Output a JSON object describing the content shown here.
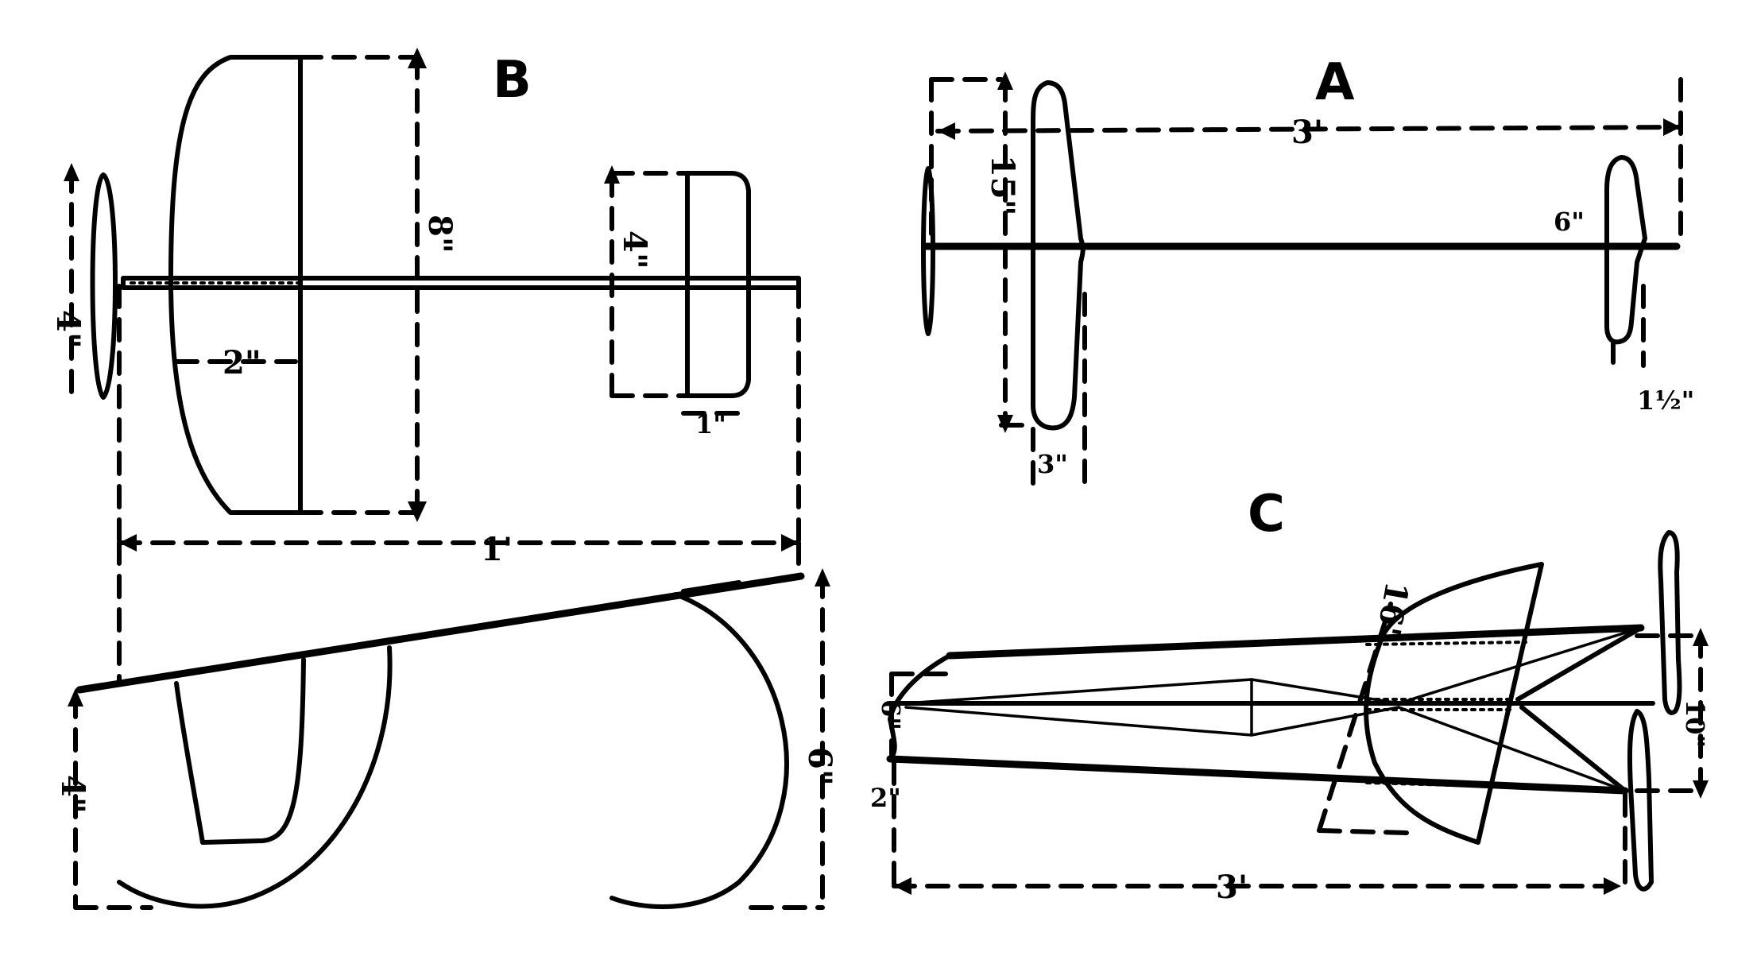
{
  "figure_labels": {
    "a": "A",
    "b": "B",
    "c": "C"
  },
  "view_b": {
    "tip_height": "4\"",
    "wing_span": "8\"",
    "wing_chord": "2\"",
    "tail_span": "4\"",
    "tail_chord": "1\"",
    "overall_length": "1'",
    "front_height": "4\"",
    "rear_height": "6\""
  },
  "view_a": {
    "length": "3'",
    "wing_span": "15\"",
    "wing_chord": "3\"",
    "tail_span": "6\"",
    "tail_chord": "1½\""
  },
  "view_c": {
    "front_height": "6\"",
    "skid_height": "2\"",
    "wing_span": "16\"",
    "length": "3'",
    "tail_height": "10\""
  }
}
